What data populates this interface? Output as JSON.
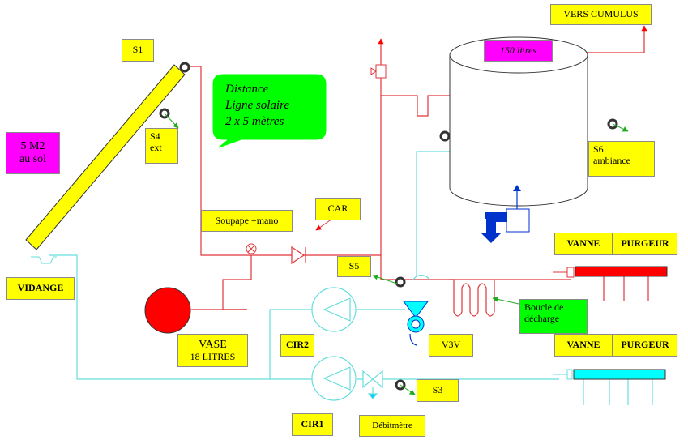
{
  "colors": {
    "yellow": "#ffff00",
    "cyan": "#00ffff",
    "red": "#ff0000",
    "green": "#00ff00",
    "magenta": "#ff00ff",
    "blue": "#0033cc",
    "cold_line": "#66dddd",
    "hot_line": "#e0353b"
  },
  "labels": {
    "vers_cumulus": "VERS CUMULUS",
    "tank_volume": "150 litres",
    "s1": "S1",
    "distance_note": [
      "Distance",
      "Ligne solaire",
      "2 x 5 mètres"
    ],
    "s4": [
      "S4",
      "ext"
    ],
    "collector_area": [
      "5 M2",
      "au sol"
    ],
    "s6": [
      "S6",
      "ambiance"
    ],
    "car": "CAR",
    "soupape": "Soupape +mano",
    "s5": "S5",
    "vanne_top": "VANNE",
    "purgeur_top": "PURGEUR",
    "vidange": "VIDANGE",
    "vase": [
      "VASE",
      "18 LITRES"
    ],
    "boucle": [
      "Boucle de",
      "décharge"
    ],
    "cir2": "CIR2",
    "v3v": "V3V",
    "vanne_bottom": "VANNE",
    "purgeur_bottom": "PURGEUR",
    "s3": "S3",
    "cir1": "CIR1",
    "debitmetre": "Débitmètre"
  }
}
